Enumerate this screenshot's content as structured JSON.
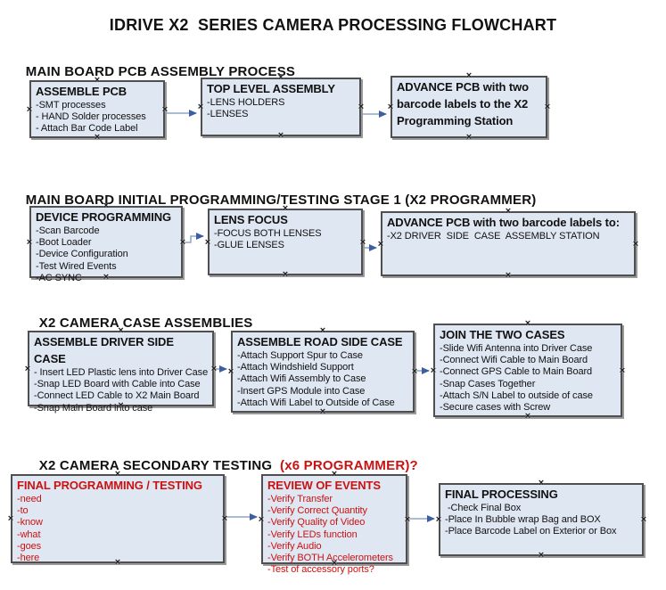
{
  "title": "IDRIVE X2  SERIES CAMERA PROCESSING FLOWCHART",
  "colors": {
    "box_fill": "#dfe7f2",
    "box_border": "#4f4f4f",
    "arrow_line": "#8fa7c9",
    "arrow_head": "#3b5f9f",
    "red": "#cc1111",
    "black": "#111111"
  },
  "icons": {
    "selection_handle_glyph": "×"
  },
  "sections": [
    {
      "heading": "MAIN BOARD PCB ASSEMBLY PROCESS",
      "heading_suffix": "",
      "boxes": [
        {
          "title": "ASSEMBLE PCB",
          "items": [
            "-SMT processes",
            "- HAND Solder processes",
            "- Attach Bar Code Label"
          ],
          "text_color": "black"
        },
        {
          "title": "TOP LEVEL ASSEMBLY",
          "items": [
            "-LENS HOLDERS",
            "-LENSES"
          ],
          "text_color": "black"
        },
        {
          "title": "ADVANCE PCB with two barcode labels to the X2 Programming Station",
          "items": [],
          "text_color": "black"
        }
      ]
    },
    {
      "heading": "MAIN BOARD INITIAL PROGRAMMING/TESTING STAGE 1 (X2 PROGRAMMER)",
      "heading_suffix": "",
      "boxes": [
        {
          "title": "DEVICE PROGRAMMING",
          "items": [
            "-Scan Barcode",
            "-Boot Loader",
            "-Device Configuration",
            "-Test Wired Events",
            "-AC SYNC"
          ],
          "text_color": "black"
        },
        {
          "title": "LENS FOCUS",
          "items": [
            "-FOCUS BOTH LENSES",
            "-GLUE LENSES"
          ],
          "text_color": "black"
        },
        {
          "title": "ADVANCE PCB with two barcode labels to:",
          "items": [
            "-X2 DRIVER  SIDE  CASE  ASSEMBLY STATION"
          ],
          "text_color": "black"
        }
      ]
    },
    {
      "heading": "X2 CAMERA CASE ASSEMBLIES",
      "heading_suffix": "",
      "boxes": [
        {
          "title": "ASSEMBLE DRIVER SIDE CASE",
          "items": [
            "- Insert LED Plastic lens into Driver Case",
            "-Snap LED Board with Cable into Case",
            "-Connect LED Cable to X2 Main Board",
            "-Snap Main Board into case"
          ],
          "text_color": "black"
        },
        {
          "title": "ASSEMBLE ROAD SIDE CASE",
          "items": [
            "-Attach Support Spur to Case",
            "-Attach Windshield Support",
            "-Attach Wifi Assembly to Case",
            "-Insert GPS Module into Case",
            "-Attach Wifi Label to Outside of Case"
          ],
          "text_color": "black"
        },
        {
          "title": "JOIN THE TWO CASES",
          "items": [
            "-Slide Wifi Antenna into Driver Case",
            "-Connect Wifi Cable to Main Board",
            "-Connect GPS Cable to Main Board",
            "-Snap Cases Together",
            "-Attach S/N Label to outside of case",
            "-Secure cases with Screw"
          ],
          "text_color": "black"
        }
      ]
    },
    {
      "heading": "X2 CAMERA SECONDARY TESTING ",
      "heading_suffix": " (x6 PROGRAMMER)?",
      "boxes": [
        {
          "title": "FINAL PROGRAMMING / TESTING",
          "items": [
            "-need",
            "-to",
            "-know",
            "-what",
            "-goes",
            "-here"
          ],
          "text_color": "red"
        },
        {
          "title": "REVIEW OF EVENTS",
          "items": [
            "-Verify Transfer",
            "-Verify Correct Quantity",
            "-Verify Quality of Video",
            "-Verify LEDs function",
            "-Verify Audio",
            "-Verify BOTH Accelerometers",
            "-Test of accessory ports?"
          ],
          "text_color": "red"
        },
        {
          "title": "FINAL PROCESSING",
          "items": [
            " -Check Final Box",
            "-Place In Bubble wrap Bag and BOX",
            "-Place Barcode Label on Exterior or Box"
          ],
          "text_color": "black"
        }
      ]
    }
  ]
}
